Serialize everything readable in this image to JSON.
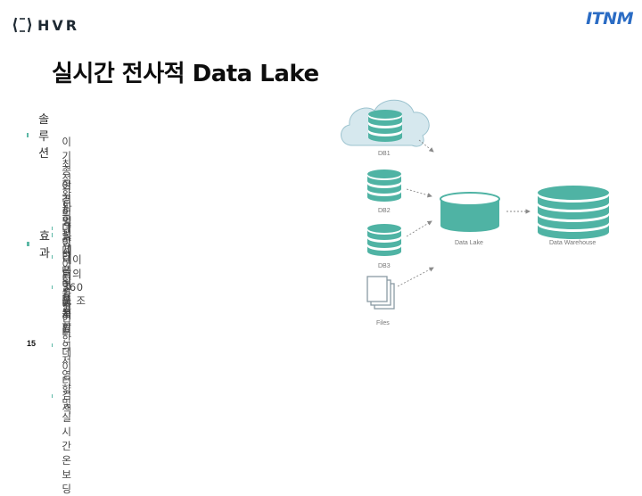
{
  "brand": {
    "left_logo": "HVR",
    "right_logo": "ITNM"
  },
  "title": "실시간 전사적 Data Lake",
  "sections": [
    {
      "label": "솔루션",
      "items": [
        "이기종 환경의 다양한 데이터 통합",
        "최적화된 병렬 데이터 통합",
        "여러 빅데이터 플랫폼 지원",
        "파일 복제"
      ]
    },
    {
      "label": "효과",
      "items": [
        "데이터의 360 도 조회",
        "확장 가능한 데이터 검색",
        "데이터의 저 영향 및 실시간 온보딩"
      ]
    }
  ],
  "diagram": {
    "sources": [
      "DB1",
      "DB2",
      "DB3",
      "Files"
    ],
    "lake": "Data Lake",
    "warehouse": "Data Warehouse"
  },
  "page_number": "15",
  "colors": {
    "accent": "#5cb8a6",
    "teal_cylinder": "#4fb3a4",
    "brand_blue": "#2b6cc4"
  }
}
